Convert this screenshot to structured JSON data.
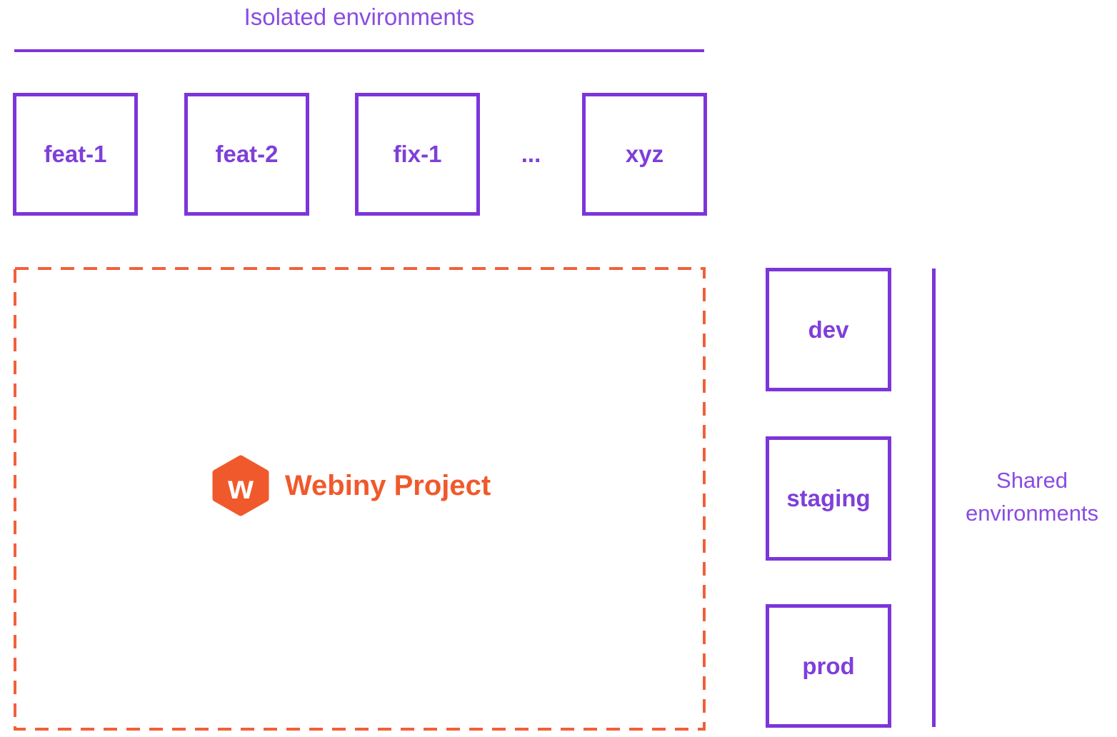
{
  "diagram": {
    "isolated": {
      "title": "Isolated environments",
      "items": [
        {
          "label": "feat-1"
        },
        {
          "label": "feat-2"
        },
        {
          "label": "fix-1"
        },
        {
          "label": "xyz"
        }
      ],
      "ellipsis": "..."
    },
    "project": {
      "name": "Webiny Project",
      "logo_letter": "w",
      "logo_icon": "webiny-hexagon-icon"
    },
    "shared": {
      "items": [
        {
          "label": "dev"
        },
        {
          "label": "staging"
        },
        {
          "label": "prod"
        }
      ],
      "title": "Shared environments"
    },
    "colors": {
      "purple_stroke": "#7c35da",
      "purple_text": "#8a4ce1",
      "purple_label": "#7e3fd9",
      "orange": "#f0592b"
    }
  }
}
